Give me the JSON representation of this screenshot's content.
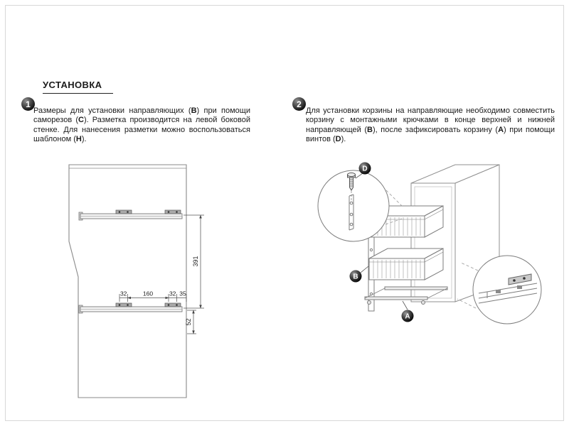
{
  "page": {
    "heading": "УСТАНОВКА"
  },
  "steps": [
    {
      "number": "1",
      "segments": [
        "Размеры для установки направляющих (",
        "B",
        ") при помощи саморезов (",
        "C",
        "). Разметка производится на левой боковой стенке. Для нанесения разметки можно воспользоваться шаблоном (",
        "H",
        ")."
      ]
    },
    {
      "number": "2",
      "segments": [
        "Для установки корзины на направляющие необходимо совместить корзину с монтажными крючками в конце верхней и нижней направляющей (",
        "B",
        "), после зафиксировать корзину (",
        "A",
        ") при помощи винтов (",
        "D",
        ")."
      ]
    }
  ],
  "diagram1": {
    "dim_vertical": "391",
    "dim_a": "32",
    "dim_b": "160",
    "dim_c": "32",
    "dim_d": "35",
    "dim_e": "52"
  },
  "diagram2": {
    "callout_a": "A",
    "callout_b": "B",
    "callout_d": "D"
  }
}
